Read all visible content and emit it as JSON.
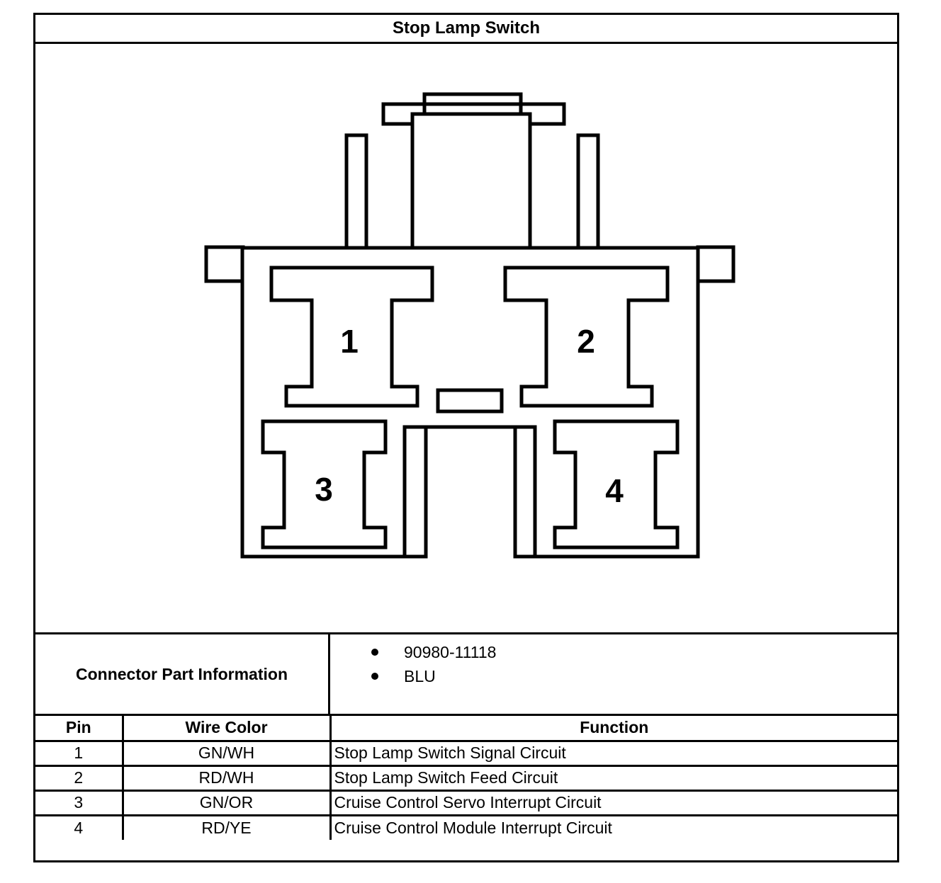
{
  "title": "Stop Lamp Switch",
  "connector": {
    "label": "Connector Part Information",
    "items": [
      "90980-11118",
      "BLU"
    ]
  },
  "table": {
    "headers": [
      "Pin",
      "Wire Color",
      "Function"
    ],
    "rows": [
      {
        "pin": "1",
        "wire_color": "GN/WH",
        "function": "Stop Lamp Switch Signal Circuit"
      },
      {
        "pin": "2",
        "wire_color": "RD/WH",
        "function": "Stop Lamp Switch Feed Circuit"
      },
      {
        "pin": "3",
        "wire_color": "GN/OR",
        "function": "Cruise Control Servo Interrupt Circuit"
      },
      {
        "pin": "4",
        "wire_color": "RD/YE",
        "function": "Cruise Control Module Interrupt Circuit"
      }
    ]
  },
  "diagram": {
    "pin_labels": [
      "1",
      "2",
      "3",
      "4"
    ]
  }
}
